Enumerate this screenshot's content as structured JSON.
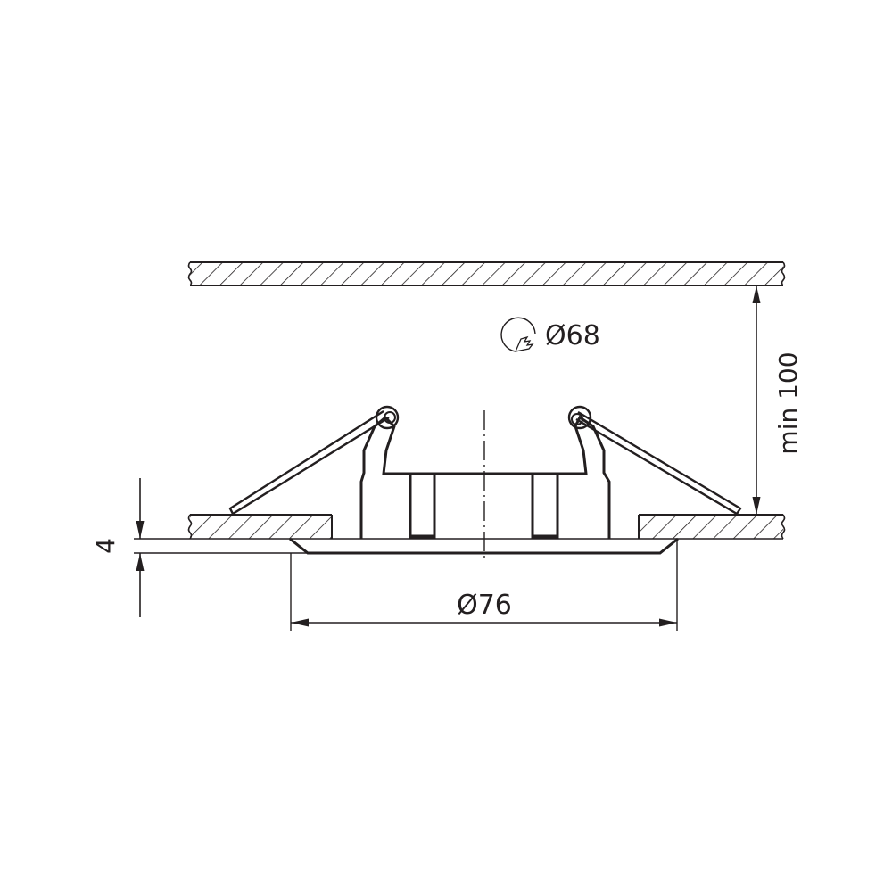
{
  "drawing": {
    "type": "technical-installation-diagram",
    "subject": "recessed downlight fixture mounted in ceiling",
    "colors": {
      "stroke": "#231f20",
      "background": "#ffffff"
    }
  },
  "dimensions": {
    "cutout_diameter": {
      "label": "Ø68",
      "icon": "cutout-hole-saw-icon"
    },
    "bezel_diameter": {
      "label": "Ø76"
    },
    "bezel_thickness": {
      "label": "4"
    },
    "min_clearance": {
      "label": "min 100"
    }
  },
  "elements": {
    "upper_slab": "ceiling-structure",
    "lower_slab_left": "ceiling-panel-left",
    "lower_slab_right": "ceiling-panel-right",
    "fixture_body": "lamp-housing",
    "springs": [
      "left-spring-clip",
      "right-spring-clip"
    ],
    "centerline": "axis"
  }
}
